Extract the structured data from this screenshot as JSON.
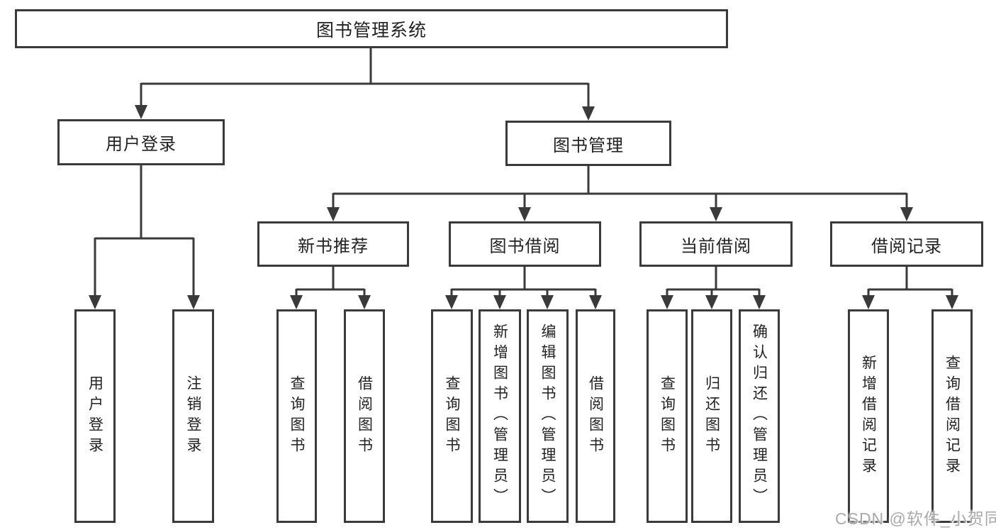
{
  "colors": {
    "line": "#3a3a3a",
    "box_border": "#3a3a3a",
    "text": "#222222",
    "background": "#ffffff",
    "watermark": "#a9a9a9"
  },
  "watermark": {
    "text": "CSDN @软件_小贺同学"
  },
  "tree": {
    "label": "图书管理系统",
    "children": [
      {
        "label": "用户登录",
        "children": [
          {
            "label": "用户登录"
          },
          {
            "label": "注销登录"
          }
        ]
      },
      {
        "label": "图书管理",
        "children": [
          {
            "label": "新书推荐",
            "children": [
              {
                "label": "查询图书"
              },
              {
                "label": "借阅图书"
              }
            ]
          },
          {
            "label": "图书借阅",
            "children": [
              {
                "label": "查询图书"
              },
              {
                "label": "新增图书（管理员）"
              },
              {
                "label": "编辑图书（管理员）"
              },
              {
                "label": "借阅图书"
              }
            ]
          },
          {
            "label": "当前借阅",
            "children": [
              {
                "label": "查询图书"
              },
              {
                "label": "归还图书"
              },
              {
                "label": "确认归还（管理员）"
              }
            ]
          },
          {
            "label": "借阅记录",
            "children": [
              {
                "label": "新增借阅记录"
              },
              {
                "label": "查询借阅记录"
              }
            ]
          }
        ]
      }
    ]
  }
}
